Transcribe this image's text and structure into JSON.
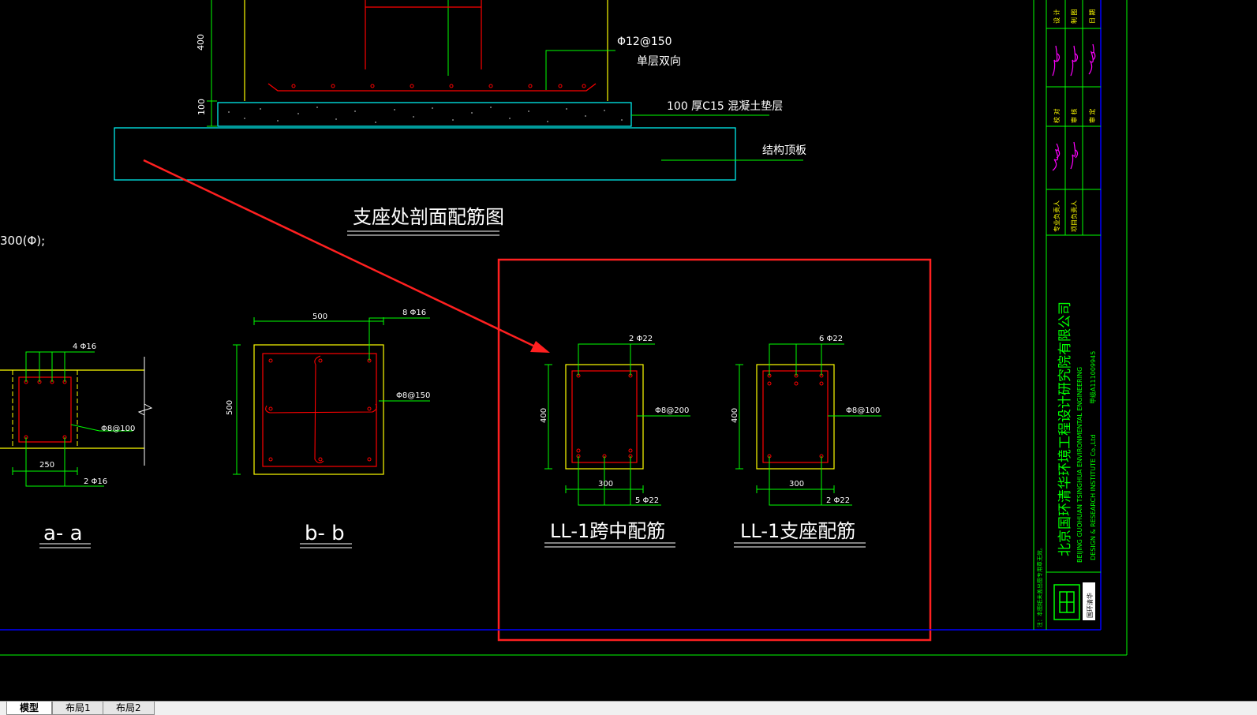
{
  "drawing": {
    "top_section": {
      "rebar_note": "Φ12@150",
      "rebar_note2": "单层双向",
      "cushion_note": "100  厚C15  混凝土垫层",
      "slab_note": "结构顶板",
      "dim_400": "400",
      "dim_100": "100",
      "title": "支座处剖面配筋图",
      "left_cut_text": "300(Φ);"
    },
    "section_aa": {
      "top_bar": "4 Φ16",
      "stirrup": "Φ8@100",
      "width": "250",
      "bottom_bar": "2 Φ16",
      "title": "a- a"
    },
    "section_bb": {
      "width": "500",
      "height": "500",
      "top_bar": "8 Φ16",
      "stirrup": "Φ8@150",
      "title": "b- b"
    },
    "ll1_mid": {
      "top_bar": "2 Φ22",
      "height": "400",
      "stirrup": "Φ8@200",
      "width": "300",
      "bottom_bar": "5 Φ22",
      "title": "LL-1跨中配筋"
    },
    "ll1_support": {
      "top_bar": "6 Φ22",
      "height": "400",
      "stirrup": "Φ8@100",
      "width": "300",
      "bottom_bar": "2 Φ22",
      "title": "LL-1支座配筋"
    },
    "title_block": {
      "company_cn": "北京国环清华环境工程设计研究院有限公司",
      "company_en1": "BEIJING GUOHUAN TSINGHUA ENVIRONMENTAL ENGINEERING",
      "company_en2": "DESIGN & RESEARCH INSTITUTE Co.,Ltd",
      "license": "甲级A111009945",
      "logo_text": "国环清华",
      "note": "注：本图纸未盖出图专用章无效。",
      "roles": [
        "设 计",
        "制 图",
        "日 期",
        "校 对",
        "审 核",
        "审 定",
        "专业负责人",
        "项目负责人"
      ]
    }
  },
  "layout_tabs": [
    {
      "label": "模型",
      "active": true
    },
    {
      "label": "布局1",
      "active": false
    },
    {
      "label": "布局2",
      "active": false
    }
  ],
  "colors": {
    "background": "#000000",
    "line_green": "#00ff00",
    "line_yellow": "#ffff00",
    "line_cyan": "#00ffff",
    "line_red": "#ff0000",
    "text_white": "#ffffff",
    "text_magenta": "#ff00ff",
    "border_blue": "#0000ff",
    "annotation_red": "#ff2020"
  }
}
